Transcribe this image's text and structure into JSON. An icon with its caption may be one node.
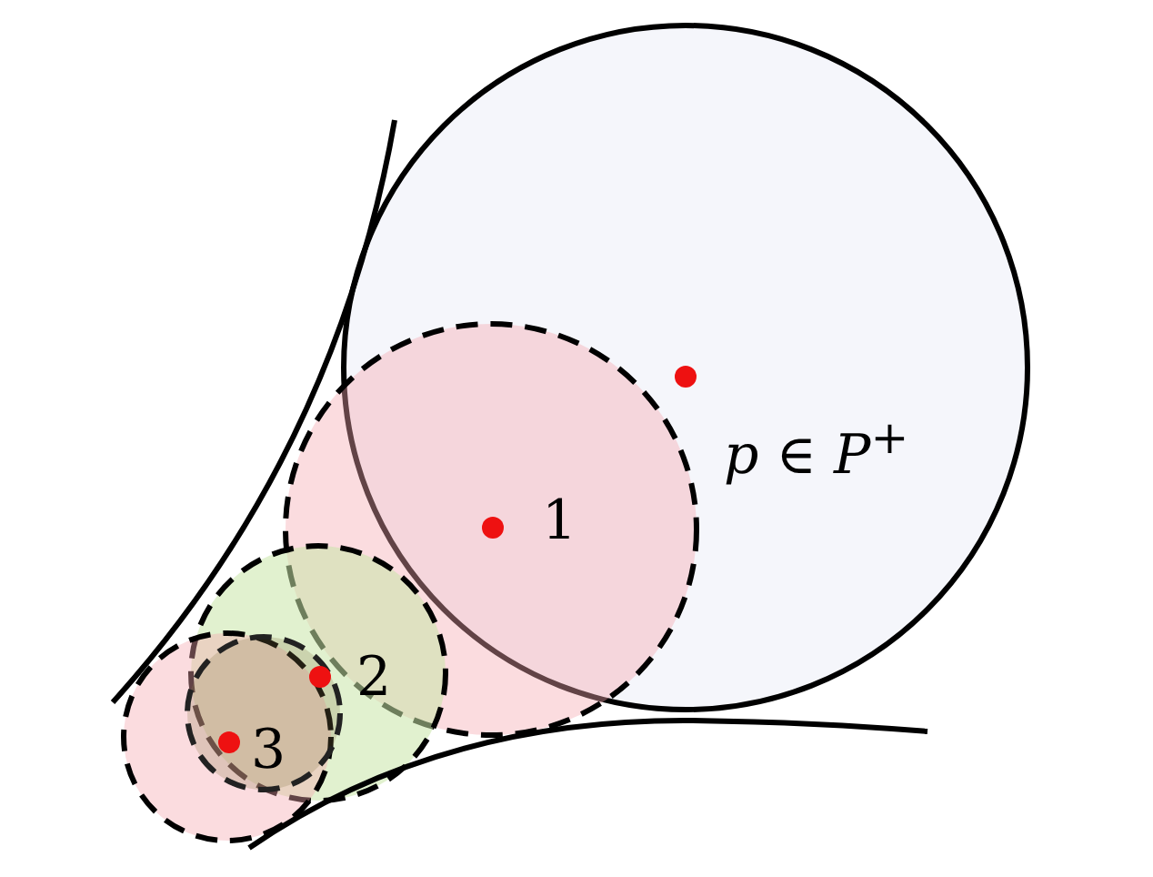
{
  "diagram": {
    "labels": [
      "*p* ∈ *P*$^{+}$",
      "1",
      "2",
      "3"
    ]
  }
}
